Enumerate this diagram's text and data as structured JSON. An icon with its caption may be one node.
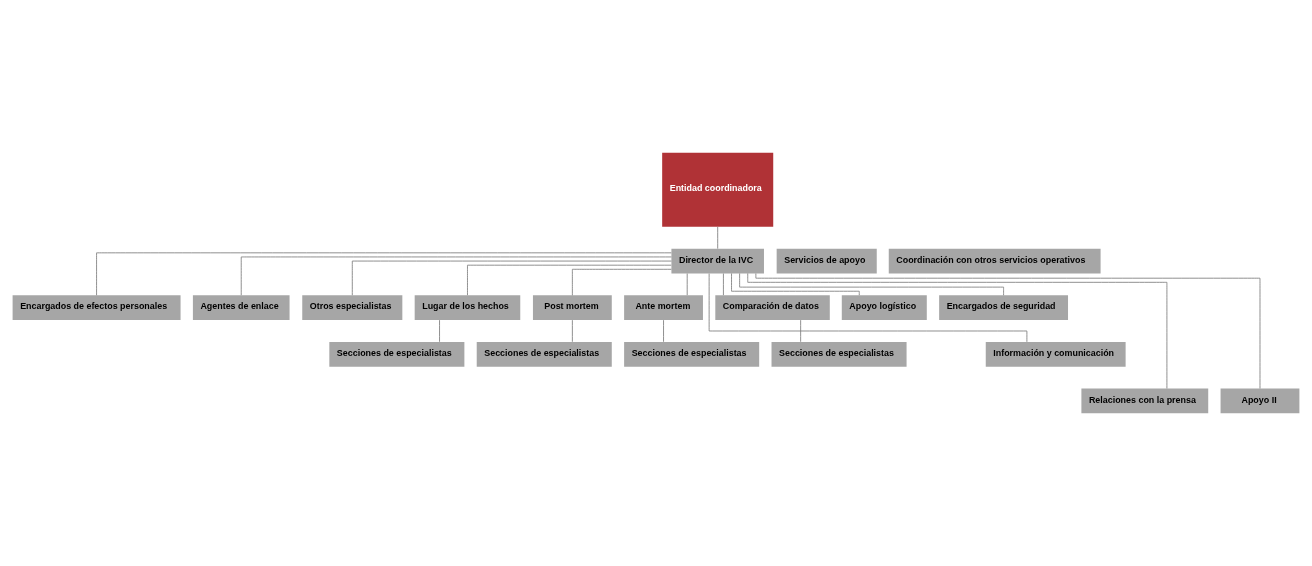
{
  "diagram": {
    "nodes": [
      {
        "text": [
          "Entidad coordinadora"
        ]
      },
      {
        "text": [
          "Servicios de apoyo"
        ]
      },
      {
        "text": [
          "Director de la IVC"
        ]
      },
      {
        "text": [
          "Coordinación con otros servicios operativos"
        ]
      },
      {
        "text": [
          "Encargados de efectos personales"
        ]
      },
      {
        "text": [
          "Agentes de enlace"
        ]
      },
      {
        "text": [
          "Otros especialistas"
        ]
      },
      {
        "text": [
          "Lugar de los hechos"
        ]
      },
      {
        "text": [
          "Post mortem"
        ]
      },
      {
        "text": [
          "Ante mortem"
        ]
      },
      {
        "text": [
          "Comparación de datos"
        ]
      },
      {
        "text": [
          "Apoyo logístico"
        ]
      },
      {
        "text": [
          "Encargados de seguridad"
        ]
      },
      {
        "text": [
          "Secciones de especialistas"
        ]
      },
      {
        "text": [
          "Secciones de especialistas"
        ]
      },
      {
        "text": [
          "Secciones de especialistas"
        ]
      },
      {
        "text": [
          "Secciones de especialistas"
        ]
      },
      {
        "text": [
          "Información y comunicación"
        ]
      },
      {
        "text": [
          "Relaciones con la prensa"
        ]
      },
      {
        "text": [
          "Apoyo II"
        ]
      }
    ],
    "edges": [
      {
        "from": 0,
        "to": 2,
        "arrow": "none"
      },
      {
        "from": 2,
        "to": 4,
        "arrow": "none"
      },
      {
        "from": 2,
        "to": 5,
        "arrow": "none"
      },
      {
        "from": 2,
        "to": 6,
        "arrow": "none"
      },
      {
        "from": 2,
        "to": 7,
        "arrow": "none"
      },
      {
        "from": 2,
        "to": 18,
        "arrow": "none"
      },
      {
        "from": 2,
        "to": 8,
        "arrow": "none"
      },
      {
        "from": 2,
        "to": 9,
        "arrow": "none"
      },
      {
        "from": 2,
        "to": 19,
        "arrow": "none"
      },
      {
        "from": 2,
        "to": 10,
        "arrow": "none"
      },
      {
        "from": 2,
        "to": 11,
        "arrow": "none"
      },
      {
        "from": 2,
        "to": 17,
        "arrow": "none"
      },
      {
        "from": 2,
        "to": 12,
        "arrow": "none"
      },
      {
        "from": 7,
        "to": 13,
        "arrow": "none"
      },
      {
        "from": 8,
        "to": 14,
        "arrow": "none"
      },
      {
        "from": 9,
        "to": 15,
        "arrow": "none"
      },
      {
        "from": 10,
        "to": 16,
        "arrow": "none"
      }
    ]
  }
}
